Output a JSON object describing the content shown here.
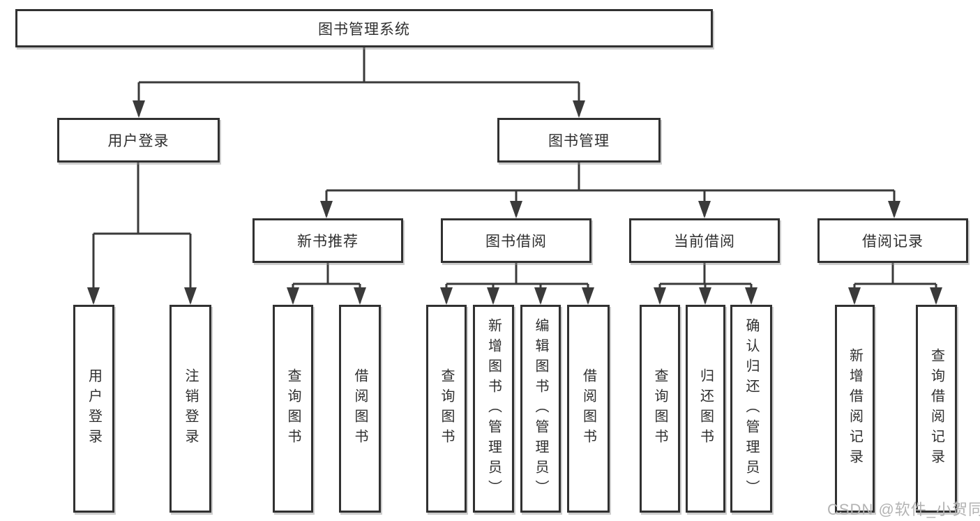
{
  "diagram": {
    "root": {
      "label": "图书管理系统"
    },
    "level2": [
      {
        "label": "用户登录"
      },
      {
        "label": "图书管理"
      }
    ],
    "level3": [
      {
        "label": "新书推荐"
      },
      {
        "label": "图书借阅"
      },
      {
        "label": "当前借阅"
      },
      {
        "label": "借阅记录"
      }
    ],
    "leaves": [
      {
        "label": "用户登录"
      },
      {
        "label": "注销登录"
      },
      {
        "label": "查询图书"
      },
      {
        "label": "借阅图书"
      },
      {
        "label": "查询图书"
      },
      {
        "label": "新增图书（管理员）"
      },
      {
        "label": "编辑图书（管理员）"
      },
      {
        "label": "借阅图书"
      },
      {
        "label": "查询图书"
      },
      {
        "label": "归还图书"
      },
      {
        "label": "确认归还（管理员）"
      },
      {
        "label": "新增借阅记录"
      },
      {
        "label": "查询借阅记录"
      }
    ]
  },
  "watermark": {
    "text": "CSDN @软件_小贺同学"
  },
  "colors": {
    "line": "#3a3a3a",
    "box_border": "#313131",
    "box_fill": "#ffffff",
    "text": "#2f2f2f",
    "watermark": "#b3b3b3",
    "background": "#ffffff"
  }
}
